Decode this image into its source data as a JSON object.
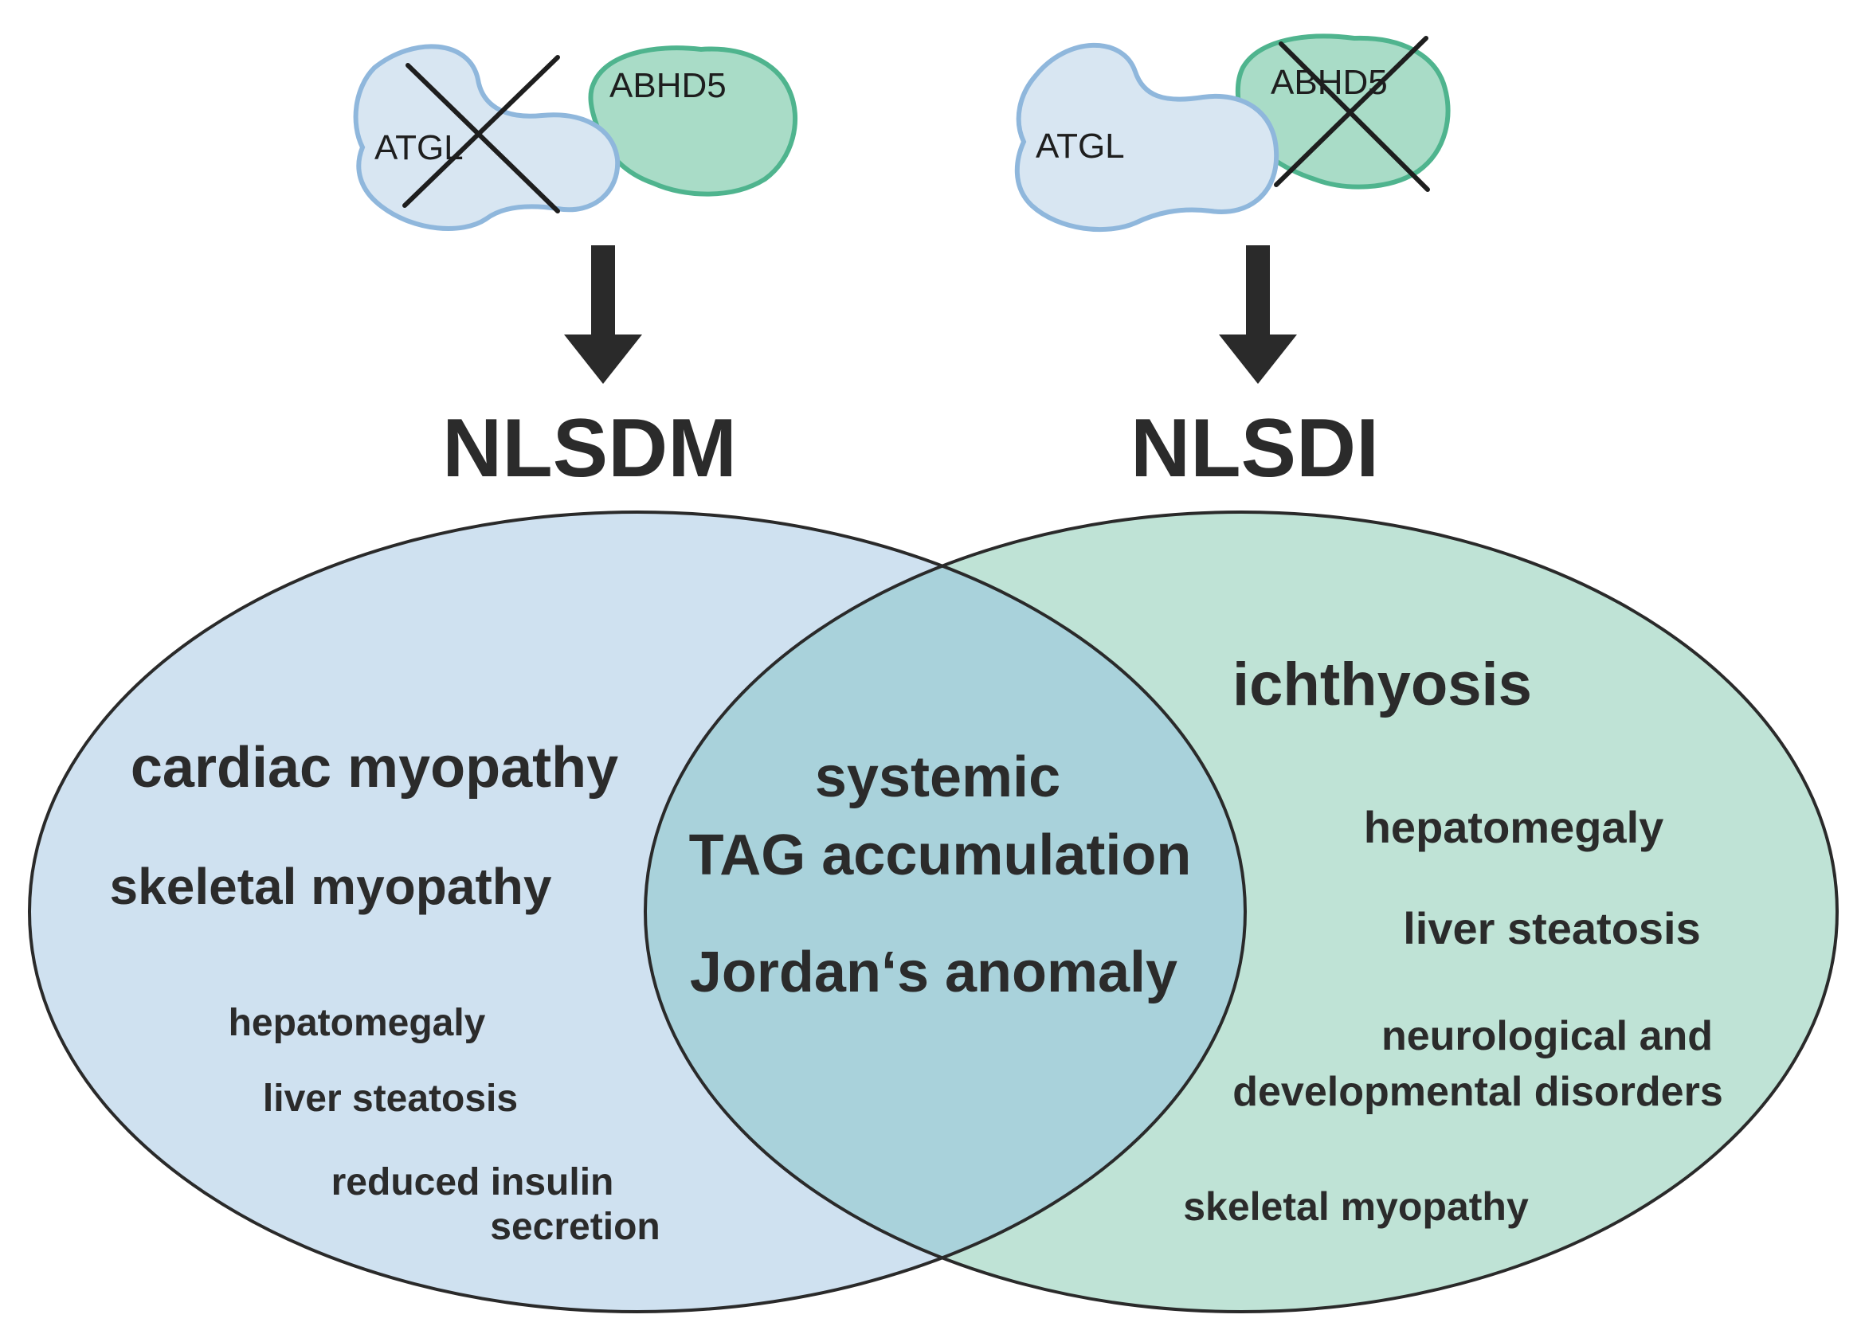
{
  "colors": {
    "nlsdm_fill": "#cfe1f0",
    "nlsdi_fill": "#bfe3d6",
    "overlap_fill": "#a9d2db",
    "atgl_fill": "#d8e6f2",
    "atgl_edge": "#8fb7dc",
    "abhd5_fill": "#a9dcc7",
    "abhd5_edge": "#4fb48e",
    "outline": "#2a2a2a",
    "text": "#2b2b2b"
  },
  "left_complex": {
    "atgl_label": "ATGL",
    "abhd5_label": "ABHD5",
    "knocked_out": "ATGL"
  },
  "right_complex": {
    "atgl_label": "ATGL",
    "abhd5_label": "ABHD5",
    "knocked_out": "ABHD5"
  },
  "disease": {
    "left_title": "NLSDM",
    "right_title": "NLSDI"
  },
  "left_only": {
    "item1": "cardiac myopathy",
    "item2": "skeletal myopathy",
    "item3": "hepatomegaly",
    "item4": "liver steatosis",
    "item5_line1": "reduced insulin",
    "item5_line2": "secretion"
  },
  "shared": {
    "line1": "systemic",
    "line2": "TAG accumulation",
    "line3": "Jordan‘s anomaly"
  },
  "right_only": {
    "item1": "ichthyosis",
    "item2": "hepatomegaly",
    "item3": "liver steatosis",
    "item4_line1": "neurological and",
    "item4_line2": "developmental disorders",
    "item5": "skeletal myopathy"
  }
}
